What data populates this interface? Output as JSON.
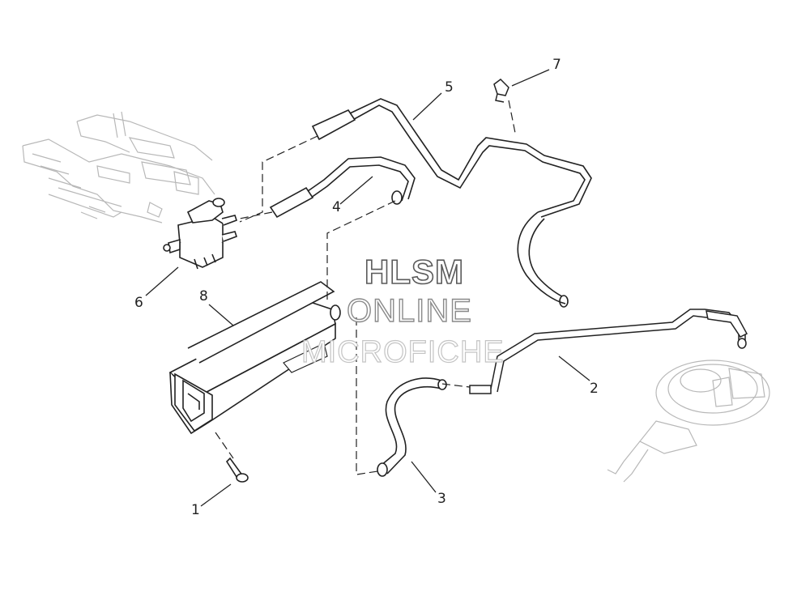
{
  "callouts": {
    "c1": "1",
    "c2": "2",
    "c3": "3",
    "c4": "4",
    "c5": "5",
    "c6": "6",
    "c7": "7",
    "c8": "8"
  },
  "watermark": {
    "line1": "HLSM",
    "line2": "ONLINE",
    "line3": "MICROFICHE"
  },
  "colors": {
    "line": "#222222",
    "ghost": "#b8b8b8",
    "background": "#ffffff"
  }
}
